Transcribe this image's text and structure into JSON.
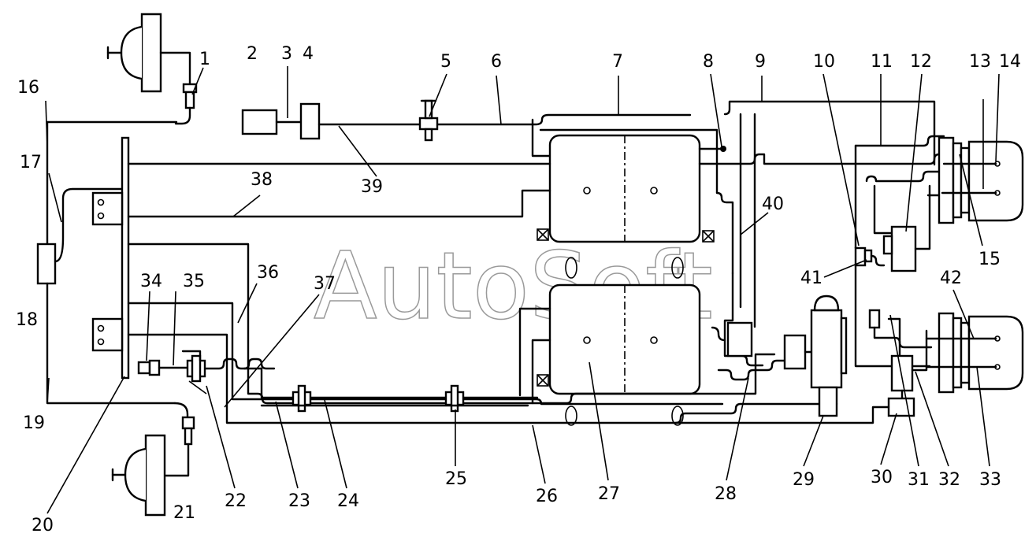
{
  "watermark": "AutoSoft",
  "labels": {
    "l1": "1",
    "l2": "2",
    "l3": "3",
    "l4": "4",
    "l5": "5",
    "l6": "6",
    "l7": "7",
    "l8": "8",
    "l9": "9",
    "l10": "10",
    "l11": "11",
    "l12": "12",
    "l13": "13",
    "l14": "14",
    "l15": "15",
    "l16": "16",
    "l17": "17",
    "l18": "18",
    "l19": "19",
    "l20": "20",
    "l21": "21",
    "l22": "22",
    "l23": "23",
    "l24": "24",
    "l25": "25",
    "l26": "26",
    "l27": "27",
    "l28": "28",
    "l29": "29",
    "l30": "30",
    "l31": "31",
    "l32": "32",
    "l33": "33",
    "l34": "34",
    "l35": "35",
    "l36": "36",
    "l37": "37",
    "l38": "38",
    "l39": "39",
    "l40": "40",
    "l41": "41",
    "l42": "42"
  }
}
